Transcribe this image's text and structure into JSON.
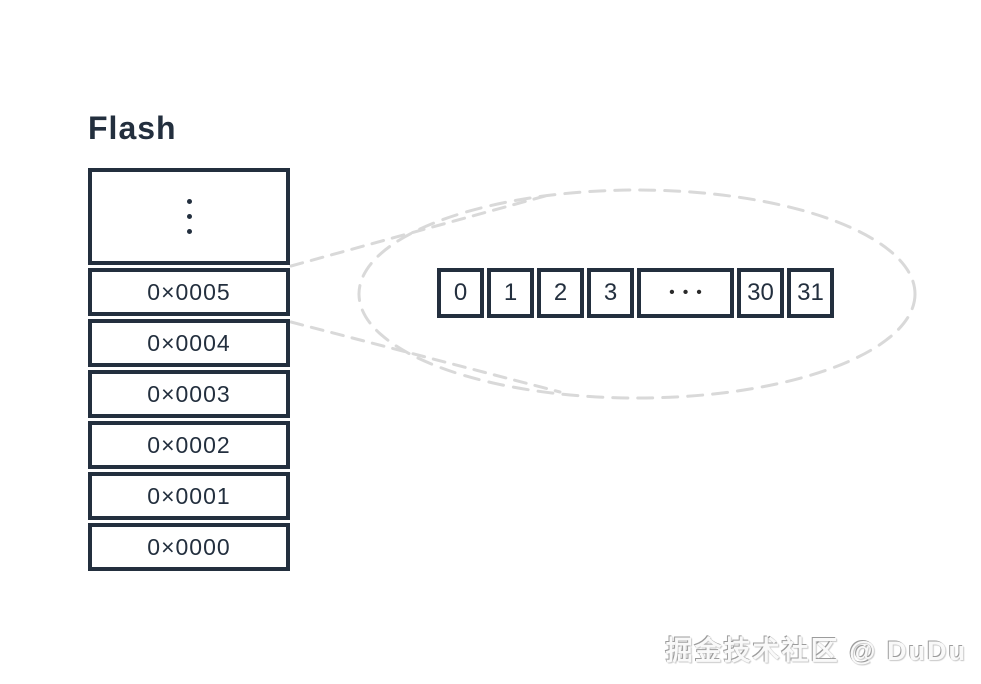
{
  "colors": {
    "ink": "#232f3e",
    "dash": "#d9d9d9",
    "background": "#ffffff",
    "watermark_fill": "#f9f9f9",
    "watermark_shadow": "#9c9c9c"
  },
  "flash": {
    "title": "Flash",
    "address_cells": [
      "0×0005",
      "0×0004",
      "0×0003",
      "0×0002",
      "0×0001",
      "0×0000"
    ]
  },
  "bit_row": {
    "cells": [
      "0",
      "1",
      "2",
      "3",
      "•••",
      "30",
      "31"
    ]
  },
  "icons": {
    "stack_more": "vertical-ellipsis-icon",
    "row_more": "horizontal-ellipsis-dots"
  },
  "watermark": {
    "text": "掘金技术社区 @ DuDu"
  }
}
